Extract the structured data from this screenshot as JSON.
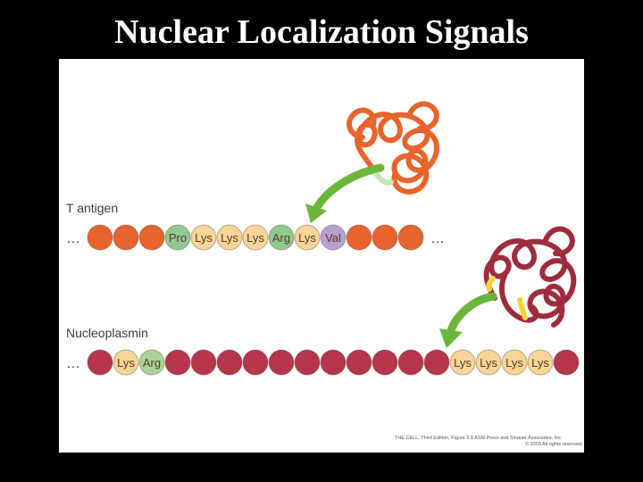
{
  "title": "Nuclear Localization Signals",
  "rows": [
    {
      "label": "T antigen",
      "ellipsis_left": "…",
      "ellipsis_right": "…",
      "bead_color": "#e8642d",
      "beads": [
        {
          "text": "",
          "color": "#e8642d"
        },
        {
          "text": "",
          "color": "#e8642d"
        },
        {
          "text": "",
          "color": "#e8642d"
        },
        {
          "text": "Pro",
          "color": "#8fc98f"
        },
        {
          "text": "Lys",
          "color": "#f7d596"
        },
        {
          "text": "Lys",
          "color": "#f7d596"
        },
        {
          "text": "Lys",
          "color": "#f7d596"
        },
        {
          "text": "Arg",
          "color": "#8fc98f"
        },
        {
          "text": "Lys",
          "color": "#f7d596"
        },
        {
          "text": "Val",
          "color": "#b8a0cf"
        },
        {
          "text": "",
          "color": "#e8642d"
        },
        {
          "text": "",
          "color": "#e8642d"
        },
        {
          "text": "",
          "color": "#e8642d"
        }
      ]
    },
    {
      "label": "Nucleoplasmin",
      "ellipsis_left": "…",
      "ellipsis_right": "…",
      "bead_color": "#b5364b",
      "beads": [
        {
          "text": "",
          "color": "#b5364b"
        },
        {
          "text": "Lys",
          "color": "#f7d596"
        },
        {
          "text": "Arg",
          "color": "#a8d49a"
        },
        {
          "text": "",
          "color": "#b5364b"
        },
        {
          "text": "",
          "color": "#b5364b"
        },
        {
          "text": "",
          "color": "#b5364b"
        },
        {
          "text": "",
          "color": "#b5364b"
        },
        {
          "text": "",
          "color": "#b5364b"
        },
        {
          "text": "",
          "color": "#b5364b"
        },
        {
          "text": "",
          "color": "#b5364b"
        },
        {
          "text": "",
          "color": "#b5364b"
        },
        {
          "text": "",
          "color": "#b5364b"
        },
        {
          "text": "",
          "color": "#b5364b"
        },
        {
          "text": "",
          "color": "#b5364b"
        },
        {
          "text": "Lys",
          "color": "#f7d596"
        },
        {
          "text": "Lys",
          "color": "#f7d596"
        },
        {
          "text": "Lys",
          "color": "#f7d596"
        },
        {
          "text": "Lys",
          "color": "#f7d596"
        },
        {
          "text": "",
          "color": "#b5364b"
        }
      ]
    }
  ],
  "credit": {
    "line1": "THE CELL, Third Edition, Figure 9.8  ASM Press and Sinauer Associates, Inc.",
    "line2": "© 2003 All rights reserved."
  },
  "colors": {
    "arrow": "#6ab63a",
    "protein1": "#e8642d",
    "protein2": "#9e2c3d",
    "signal1": "#c8e6b0",
    "signal2": "#f2d53c"
  },
  "icons": [
    "orange-protein-icon",
    "red-protein-icon",
    "green-arrow-icon"
  ]
}
